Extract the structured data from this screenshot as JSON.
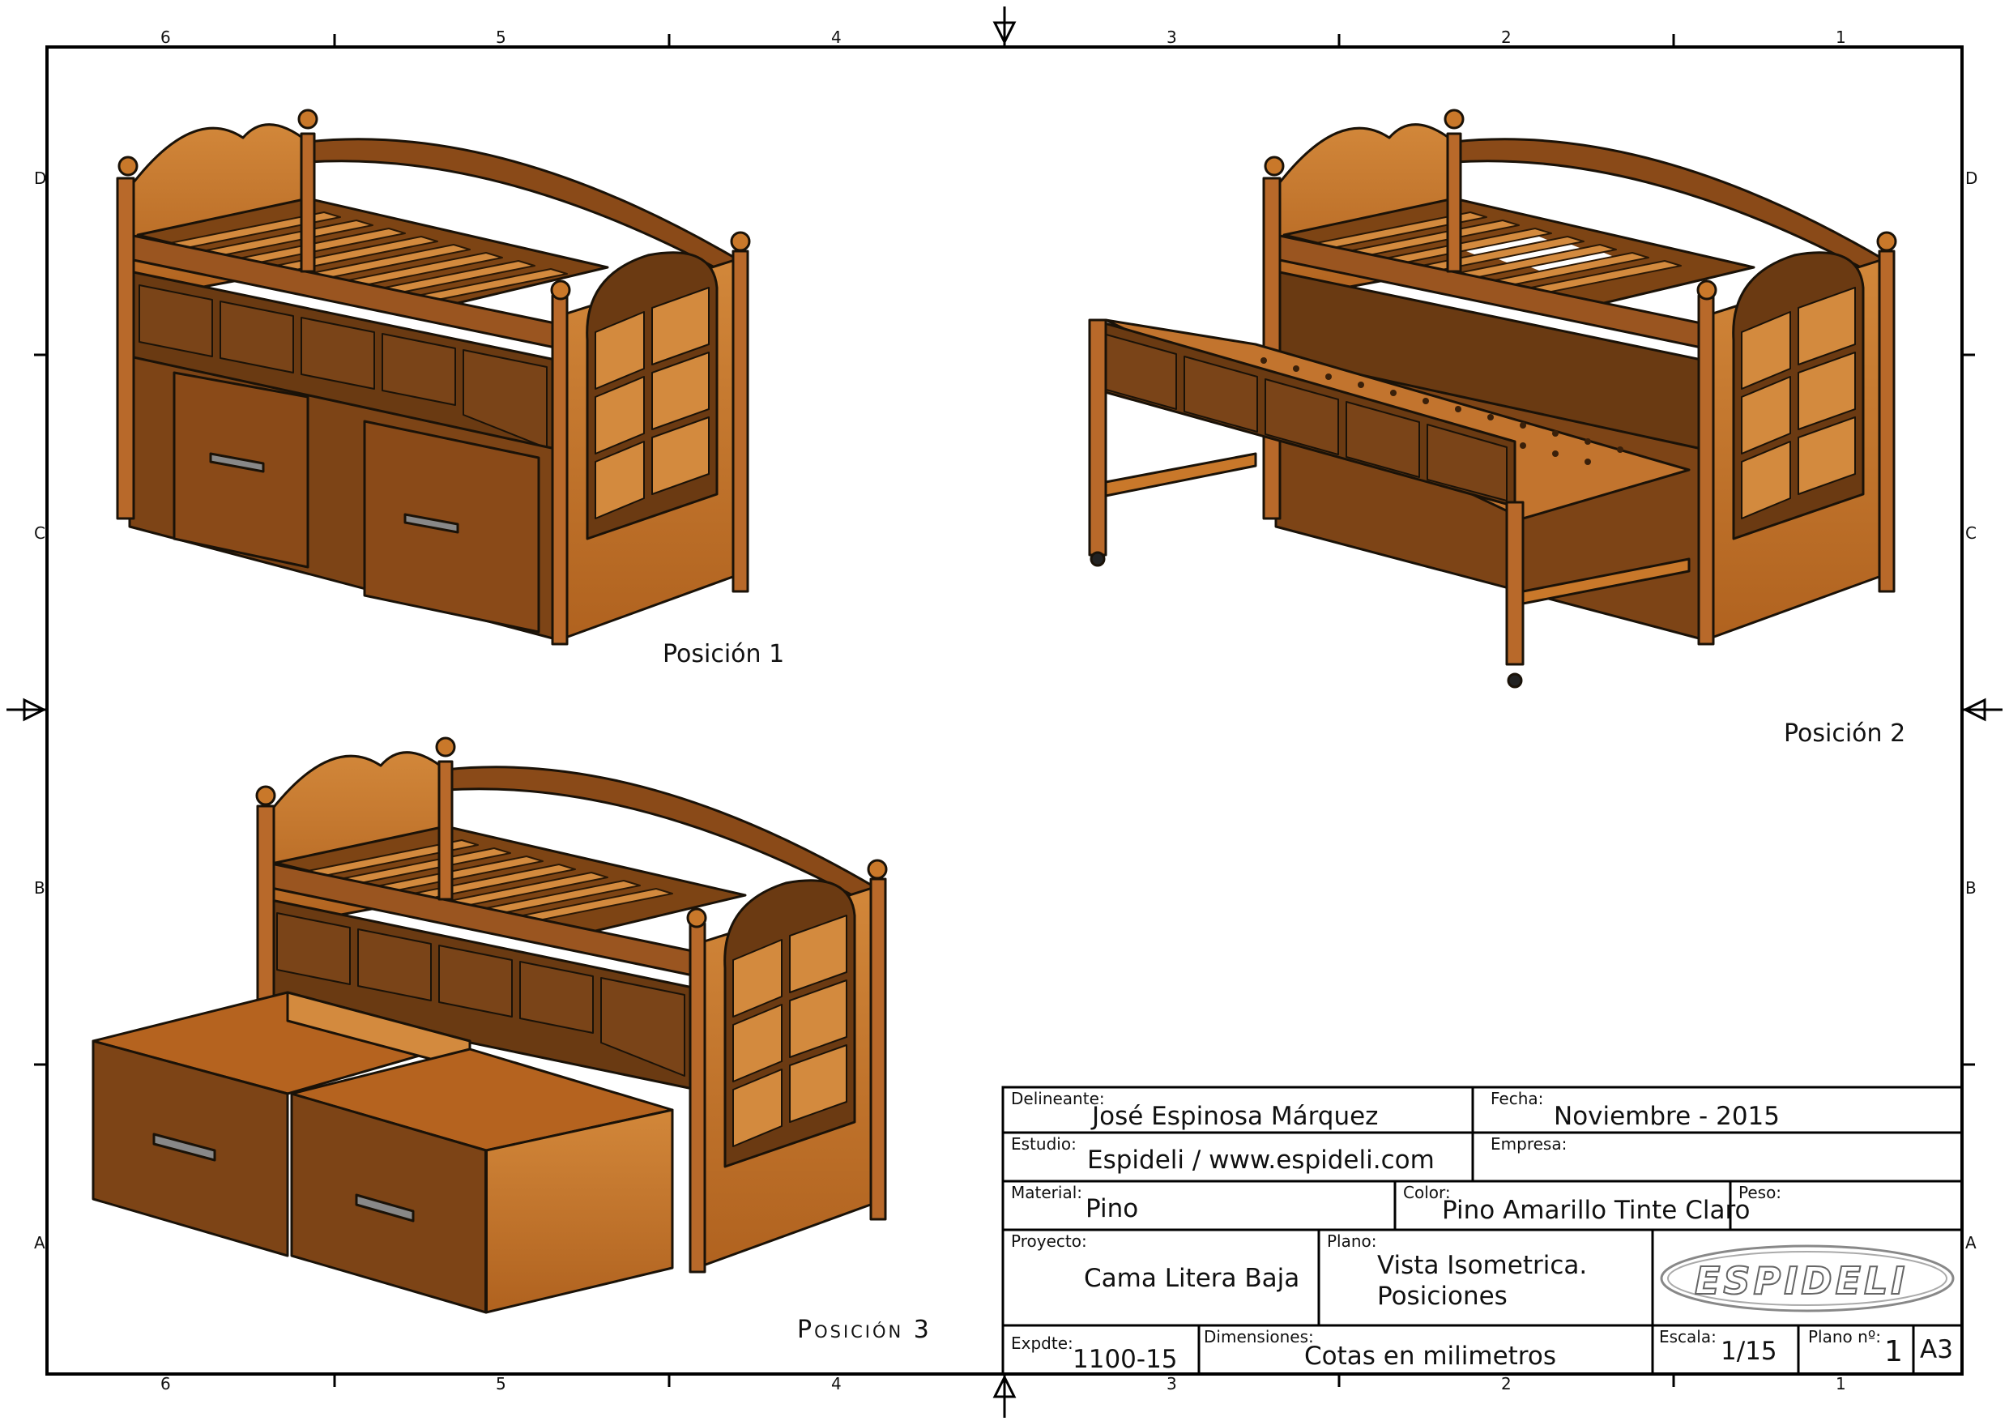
{
  "zones": {
    "cols": [
      "6",
      "5",
      "4",
      "3",
      "2",
      "1"
    ],
    "rows": [
      "D",
      "C",
      "B",
      "A"
    ]
  },
  "captions": {
    "pos1": "Posición 1",
    "pos2": "Posición 2",
    "pos3": "Posición 3"
  },
  "title_block": {
    "delineante": {
      "key": "Delineante:",
      "value": "José Espinosa Márquez"
    },
    "fecha": {
      "key": "Fecha:",
      "value": "Noviembre - 2015"
    },
    "estudio": {
      "key": "Estudio:",
      "value": "Espideli / www.espideli.com"
    },
    "empresa": {
      "key": "Empresa:",
      "value": ""
    },
    "material": {
      "key": "Material:",
      "value": "Pino"
    },
    "color": {
      "key": "Color:",
      "value": "Pino Amarillo Tinte Claro"
    },
    "peso": {
      "key": "Peso:",
      "value": ""
    },
    "proyecto": {
      "key": "Proyecto:",
      "value": "Cama Litera Baja"
    },
    "plano": {
      "key": "Plano:",
      "value_line1": "Vista Isometrica.",
      "value_line2": "Posiciones"
    },
    "logo": "ESPIDELI",
    "expdte": {
      "key": "Expdte:",
      "value": "1100-15"
    },
    "dimensiones": {
      "key": "Dimensiones:",
      "value": "Cotas en milimetros"
    },
    "escala": {
      "key": "Escala:",
      "value": "1/15"
    },
    "plano_no": {
      "key": "Plano nº:",
      "value": "1"
    },
    "formato": "A3"
  },
  "colors": {
    "wood_light": "#c9782a",
    "wood_mid": "#a85a1c",
    "wood_dark": "#6b3a12",
    "outline": "#1a1208"
  }
}
